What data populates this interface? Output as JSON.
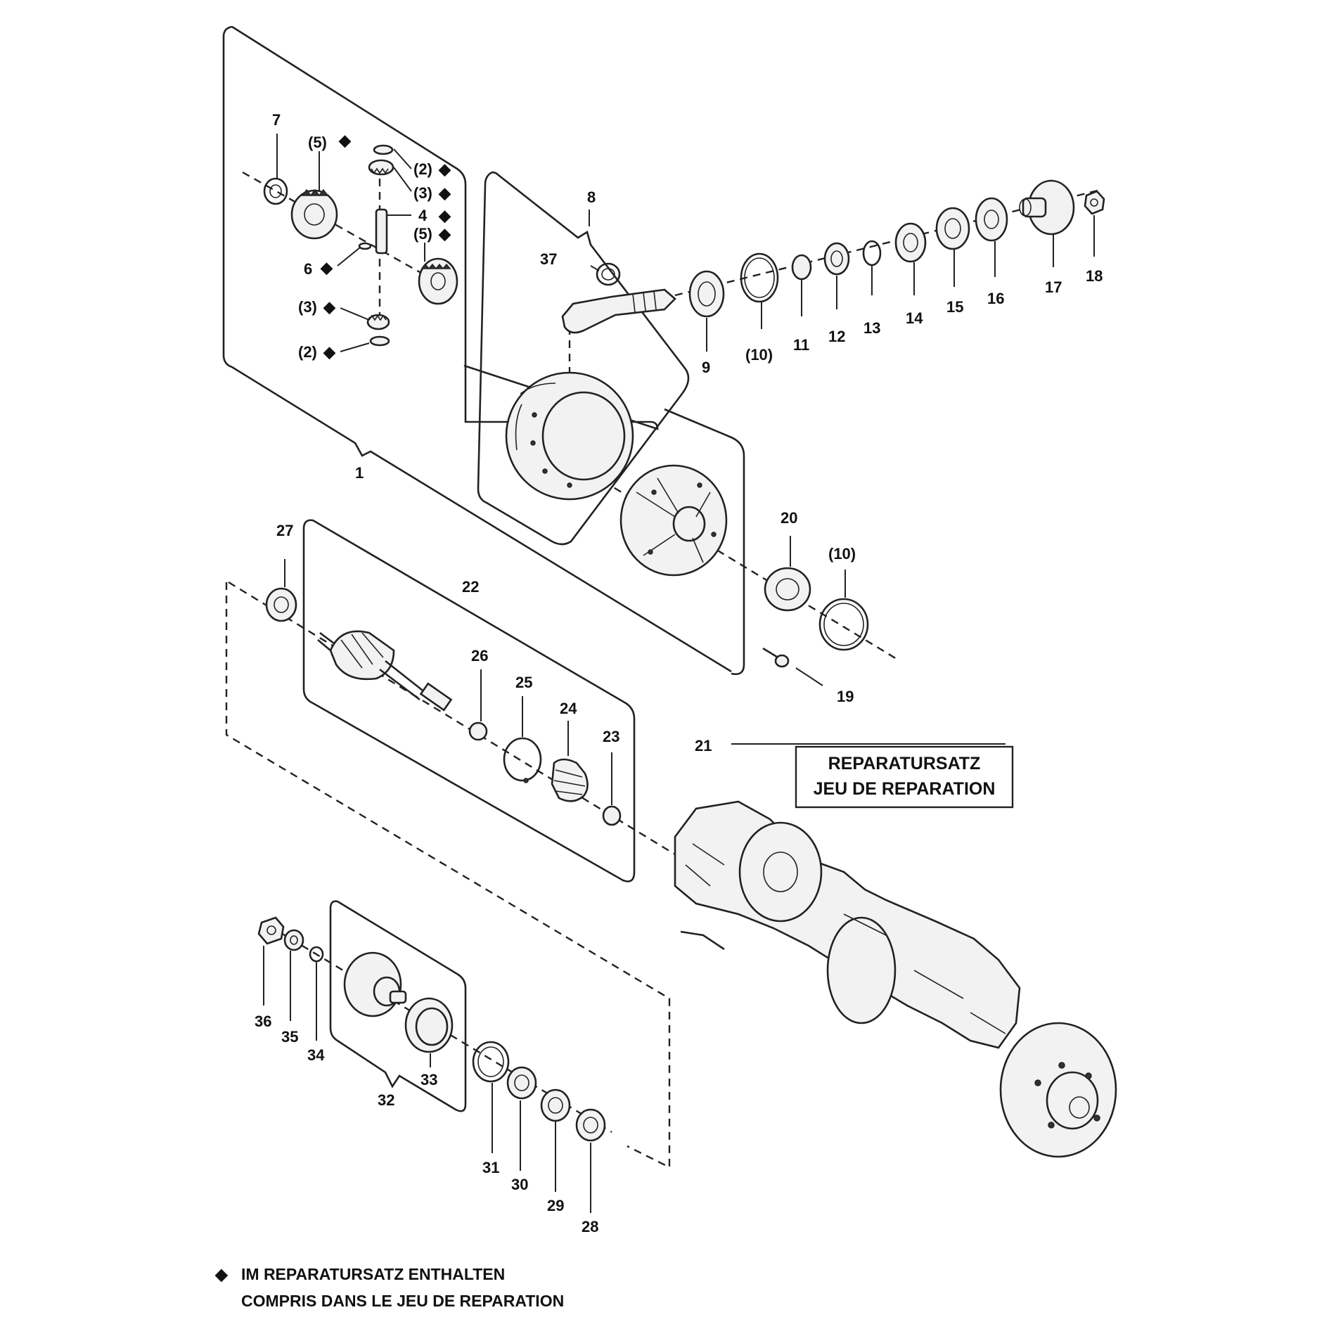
{
  "labels": {
    "p1": "1",
    "p2_top": "(2)",
    "p2_bottom": "(2)",
    "p3_top": "(3)",
    "p3_bottom": "(3)",
    "p4": "4",
    "p5_top": "(5)",
    "p5_mid": "(5)",
    "p6": "6",
    "p7": "7",
    "p8": "8",
    "p9": "9",
    "p10_top": "(10)",
    "p10_mid": "(10)",
    "p11": "11",
    "p12": "12",
    "p13": "13",
    "p14": "14",
    "p15": "15",
    "p16": "16",
    "p17": "17",
    "p18": "18",
    "p19": "19",
    "p20": "20",
    "p21": "21",
    "p22": "22",
    "p23": "23",
    "p24": "24",
    "p25": "25",
    "p26": "26",
    "p27": "27",
    "p28": "28",
    "p29": "29",
    "p30": "30",
    "p31": "31",
    "p32": "32",
    "p33": "33",
    "p34": "34",
    "p35": "35",
    "p36": "36",
    "p37": "37"
  },
  "repair_kit_box": {
    "line1": "REPARATURSATZ",
    "line2": "JEU DE REPARATION"
  },
  "legend": {
    "symbol": "◆",
    "line1": "IM REPARATURSATZ ENTHALTEN",
    "line2": "COMPRIS DANS LE JEU DE REPARATION"
  }
}
